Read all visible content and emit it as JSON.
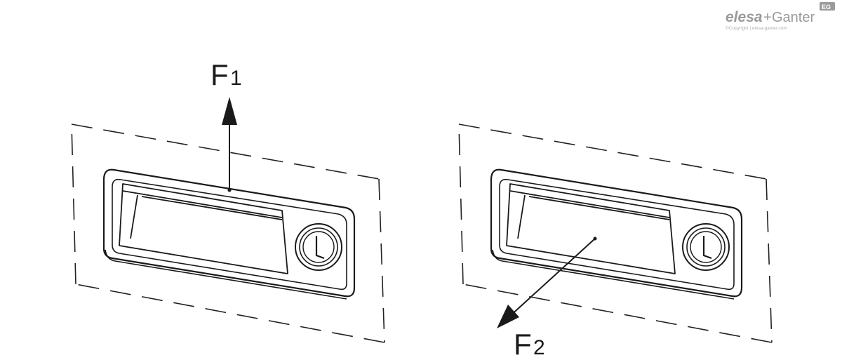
{
  "logo": {
    "brand_left": "elesa",
    "brand_plus": "+",
    "brand_right": "Ganter",
    "badge": "EG",
    "copyright": "©Copyright | elesa-ganter.com",
    "color": "#9a9a9a"
  },
  "figures": [
    {
      "force": {
        "letter": "F",
        "sub": "1",
        "direction": "up"
      }
    },
    {
      "force": {
        "letter": "F",
        "sub": "2",
        "direction": "down-left"
      }
    }
  ],
  "colors": {
    "line": "#1a1a1a",
    "dash": "#222222",
    "grip_fill": "#ffffff"
  }
}
